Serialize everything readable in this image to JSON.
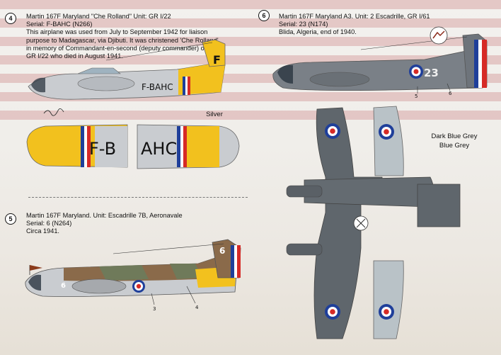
{
  "profiles": {
    "p4": {
      "number": "4",
      "lines": [
        "Martin 167F Maryland \"Che Rolland\" Unit: GR I/22",
        "Serial: F-BAHC (N266)",
        "This airplane was used from July to September 1942 for liaison",
        "purpose to Madagascar, via Djibuti. It was christened 'Che Rolland'",
        "in memory of Commandant-en-second (deputy commander) of",
        "GR I/22 who died in August 1941."
      ],
      "fuselage_code": "F-BAHC",
      "tail_letter": "F",
      "color_note": "Silver",
      "wing_left_text": "F-B",
      "wing_right_text": "AHC"
    },
    "p5": {
      "number": "5",
      "lines": [
        "Martin 167F Maryland. Unit: Escadrille 7B, Aeronavale",
        "Serial: 6 (N264)",
        "Circa 1941."
      ],
      "tail_number": "6",
      "nose_number": "6",
      "callout_a": "3",
      "callout_b": "4"
    },
    "p6": {
      "number": "6",
      "lines": [
        "Martin 167F Maryland A3. Unit: 2 Escadrille, GR I/61",
        "Serial: 23 (N174)",
        "Blida, Algeria, end of 1940."
      ],
      "fuselage_number": "23",
      "callout_a": "5",
      "callout_b": "6",
      "color_notes": [
        "Dark Blue Grey",
        "Blue Grey"
      ]
    }
  },
  "colors": {
    "silver": "#c9ccd0",
    "yellow": "#f2c11e",
    "dark_blue_grey": "#5f666c",
    "blue_grey": "#b9c2c7",
    "roundel_blue": "#1f3f9a",
    "roundel_red": "#d62a26",
    "camo_brown": "#8a6a4a",
    "camo_green": "#6f7a5a"
  }
}
